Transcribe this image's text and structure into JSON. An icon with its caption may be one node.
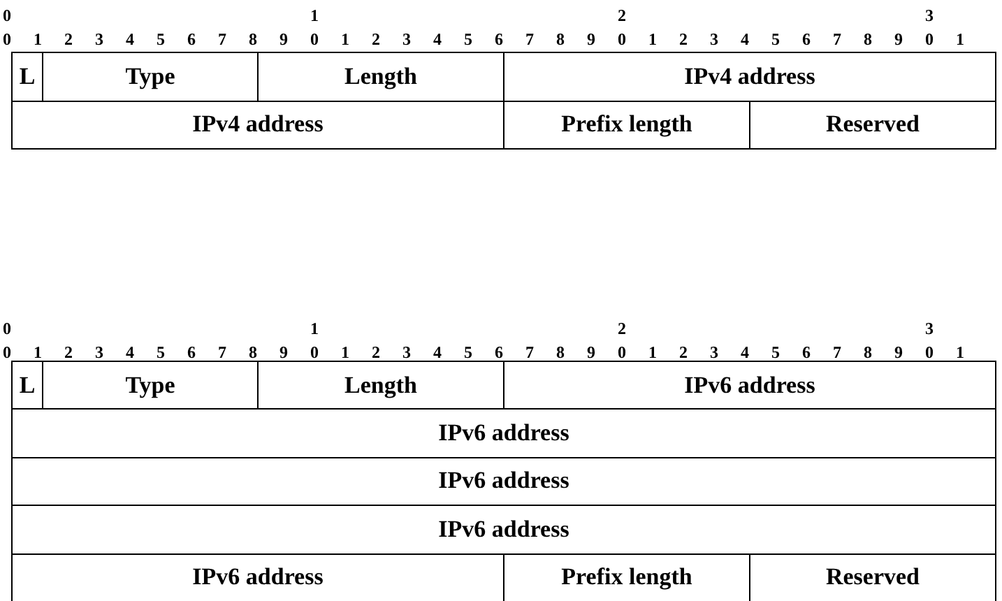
{
  "diagram": {
    "nodes": [
      {
        "text": [
          "L"
        ]
      },
      {
        "text": [
          "Type"
        ]
      },
      {
        "text": [
          "Length"
        ]
      },
      {
        "text": [
          "IPv4 address"
        ]
      },
      {
        "text": [
          "IPv4 address"
        ]
      },
      {
        "text": [
          "Prefix length"
        ]
      },
      {
        "text": [
          "Reserved"
        ]
      },
      {
        "text": [
          "L"
        ]
      },
      {
        "text": [
          "Type"
        ]
      },
      {
        "text": [
          "Length"
        ]
      },
      {
        "text": [
          "IPv6 address"
        ]
      },
      {
        "text": [
          "IPv6 address"
        ]
      },
      {
        "text": [
          "IPv6 address"
        ]
      },
      {
        "text": [
          "IPv6 address"
        ]
      },
      {
        "text": [
          "IPv6 address"
        ]
      },
      {
        "text": [
          "Prefix length"
        ]
      },
      {
        "text": [
          "Reserved"
        ]
      }
    ],
    "labels": [
      "0",
      "1",
      "2",
      "3",
      "0",
      "1",
      "2",
      "3",
      "4",
      "5",
      "6",
      "7",
      "8",
      "9",
      "0",
      "1",
      "2",
      "3",
      "4",
      "5",
      "6",
      "7",
      "8",
      "9",
      "0",
      "1",
      "2",
      "3",
      "4",
      "5",
      "6",
      "7",
      "8",
      "9",
      "0",
      "1",
      "0",
      "1",
      "2",
      "3",
      "0",
      "1",
      "2",
      "3",
      "4",
      "5",
      "6",
      "7",
      "8",
      "9",
      "0",
      "1",
      "2",
      "3",
      "4",
      "5",
      "6",
      "7",
      "8",
      "9",
      "0",
      "1",
      "2",
      "3",
      "4",
      "5",
      "6",
      "7",
      "8",
      "9",
      "0",
      "1"
    ]
  }
}
